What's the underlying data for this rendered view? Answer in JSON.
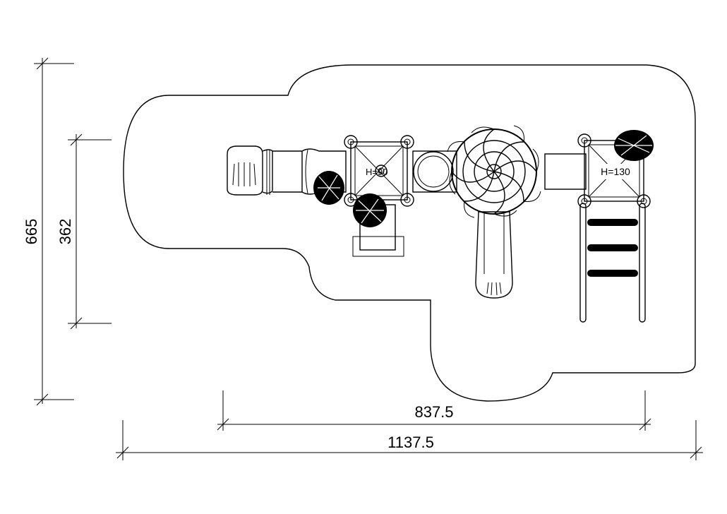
{
  "dimensions": {
    "overall_height": "665",
    "structure_height": "362",
    "structure_width": "837.5",
    "overall_width": "1137.5"
  },
  "deck_labels": {
    "deck_left": "H=90",
    "deck_right": "H=130"
  },
  "colors": {
    "line": "#000000",
    "background": "#ffffff"
  }
}
